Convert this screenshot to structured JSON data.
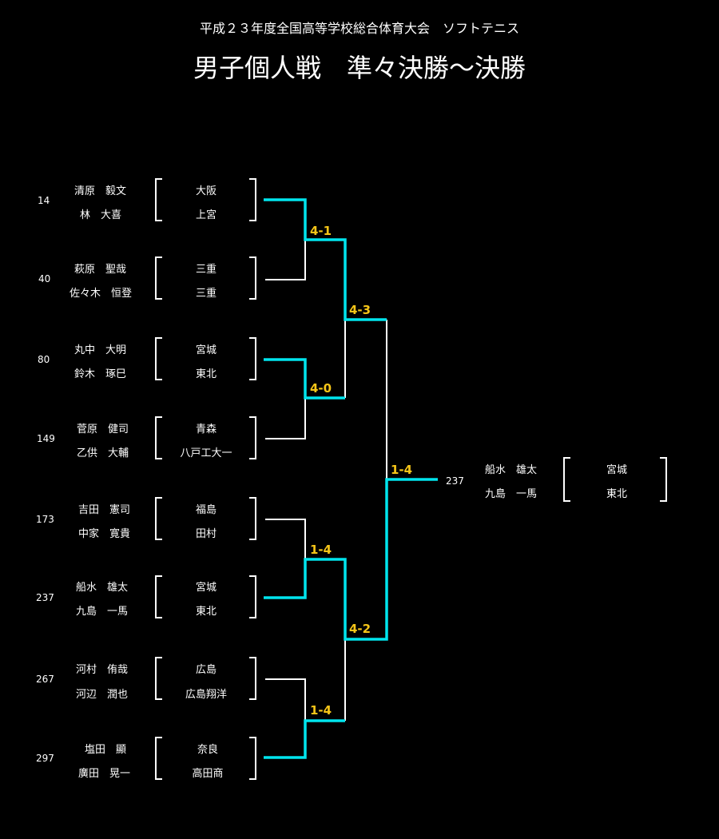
{
  "header": {
    "subtitle": "平成２３年度全国高等学校総合体育大会　ソフトテニス",
    "title": "男子個人戦　準々決勝〜決勝"
  },
  "pairs": [
    {
      "seed": "14",
      "player1": "清原　毅文",
      "player2": "林　大喜",
      "school1": "大阪",
      "school2": "上宮"
    },
    {
      "seed": "40",
      "player1": "萩原　聖哉",
      "player2": "佐々木　恒登",
      "school1": "三重",
      "school2": "三重"
    },
    {
      "seed": "80",
      "player1": "丸中　大明",
      "player2": "鈴木　琢巳",
      "school1": "宮城",
      "school2": "東北"
    },
    {
      "seed": "149",
      "player1": "菅原　健司",
      "player2": "乙供　大輔",
      "school1": "青森",
      "school2": "八戸工大一"
    },
    {
      "seed": "173",
      "player1": "吉田　憲司",
      "player2": "中家　寛貴",
      "school1": "福島",
      "school2": "田村"
    },
    {
      "seed": "237",
      "player1": "船水　雄太",
      "player2": "九島　一馬",
      "school1": "宮城",
      "school2": "東北"
    },
    {
      "seed": "267",
      "player1": "河村　侑哉",
      "player2": "河辺　潤也",
      "school1": "広島",
      "school2": "広島翔洋"
    },
    {
      "seed": "297",
      "player1": "塩田　顯",
      "player2": "廣田　晃一",
      "school1": "奈良",
      "school2": "高田商"
    }
  ],
  "scores": {
    "qf1": "4-1",
    "qf2": "4-0",
    "qf3": "1-4",
    "qf4": "1-4",
    "sf1": "4-3",
    "sf2": "4-2",
    "final": "1-4"
  },
  "champion": {
    "seed": "237",
    "player1": "船水　雄太",
    "player2": "九島　一馬",
    "school1": "宮城",
    "school2": "東北"
  },
  "colors": {
    "background": "#000000",
    "winner_line": "#00e5ee",
    "loser_line": "#ffffff",
    "score": "#f5c518"
  }
}
